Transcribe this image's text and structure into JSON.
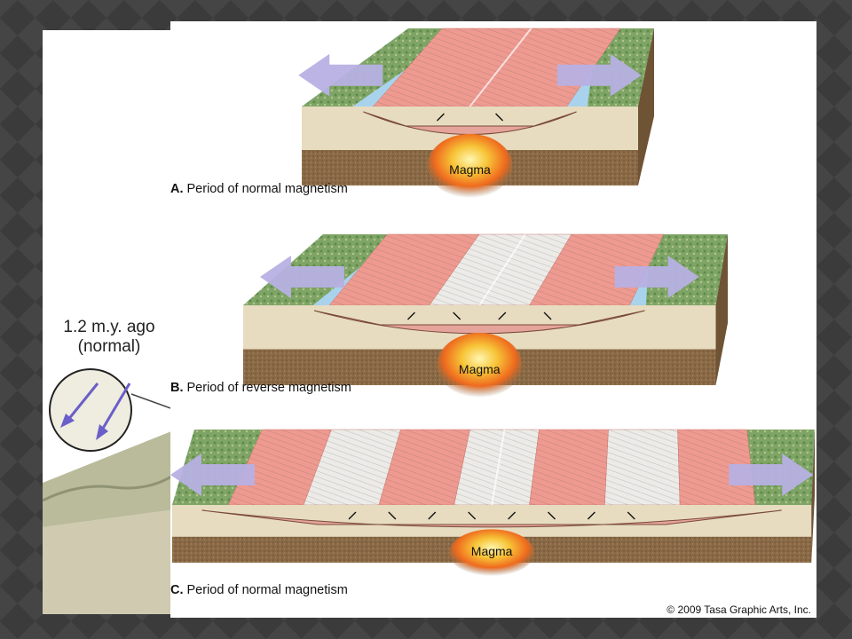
{
  "inset": {
    "age": "1.2 m.y. ago",
    "polarity": "(normal)"
  },
  "panels": [
    {
      "id": "a",
      "letter": "A.",
      "caption": "Period of normal magnetism",
      "magma_label": "Magma"
    },
    {
      "id": "b",
      "letter": "B.",
      "caption": "Period of reverse magnetism",
      "magma_label": "Magma"
    },
    {
      "id": "c",
      "letter": "C.",
      "caption": "Period of normal magnetism",
      "magma_label": "Magma"
    }
  ],
  "copyright": "© 2009 Tasa Graphic Arts, Inc.",
  "colors": {
    "land": "#6f9a5a",
    "ocean": "#a9d2ec",
    "normal_crust": "#ef9a90",
    "reverse_crust": "#ecebe8",
    "arrow": "#b7b0e3",
    "magma": "#f59a1a",
    "soil": "#8a6a46",
    "sand": "#e7dcbf"
  }
}
